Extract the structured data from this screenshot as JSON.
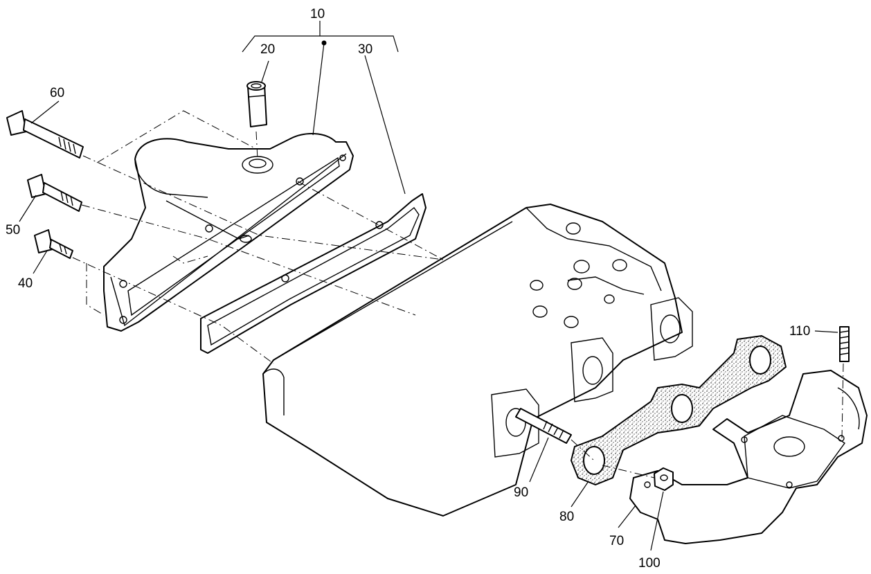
{
  "diagram": {
    "callouts": {
      "c10": "10",
      "c20": "20",
      "c30": "30",
      "c40": "40",
      "c50": "50",
      "c60": "60",
      "c70": "70",
      "c80": "80",
      "c90": "90",
      "c100": "100",
      "c110": "110"
    },
    "parts": [
      "thermostat-housing",
      "pipe-fitting",
      "housing-gasket",
      "screw-short",
      "screw-medium",
      "screw-long",
      "exhaust-manifold",
      "manifold-gasket",
      "stud",
      "nut",
      "stud-short",
      "cylinder-head"
    ],
    "colors": {
      "line": "#000000",
      "background": "#ffffff"
    }
  }
}
